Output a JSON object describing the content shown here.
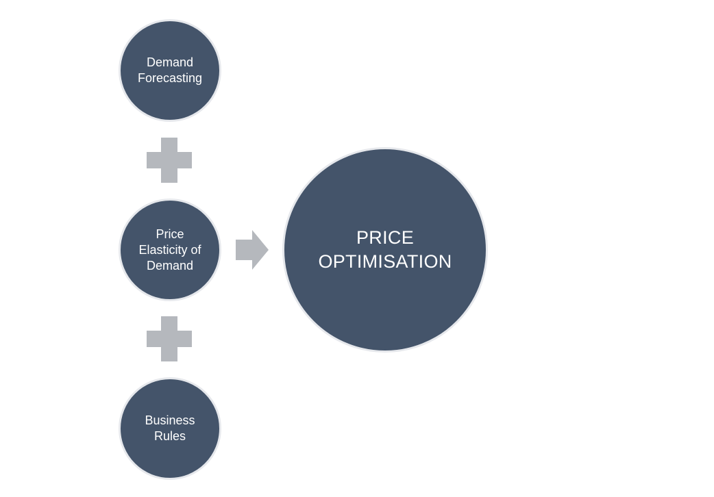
{
  "colors": {
    "circle_fill": "#44546a",
    "circle_ring": "#e6e8ec",
    "connector_gray": "#b5b8bd",
    "text": "#ffffff",
    "background": "#ffffff"
  },
  "inputs": [
    {
      "label": "Demand Forecasting"
    },
    {
      "label": "Price Elasticity of Demand"
    },
    {
      "label": "Business Rules"
    }
  ],
  "connectors": {
    "between_inputs": "plus-icon",
    "to_output": "arrow-right-icon"
  },
  "output": {
    "label": "PRICE OPTIMISATION"
  }
}
